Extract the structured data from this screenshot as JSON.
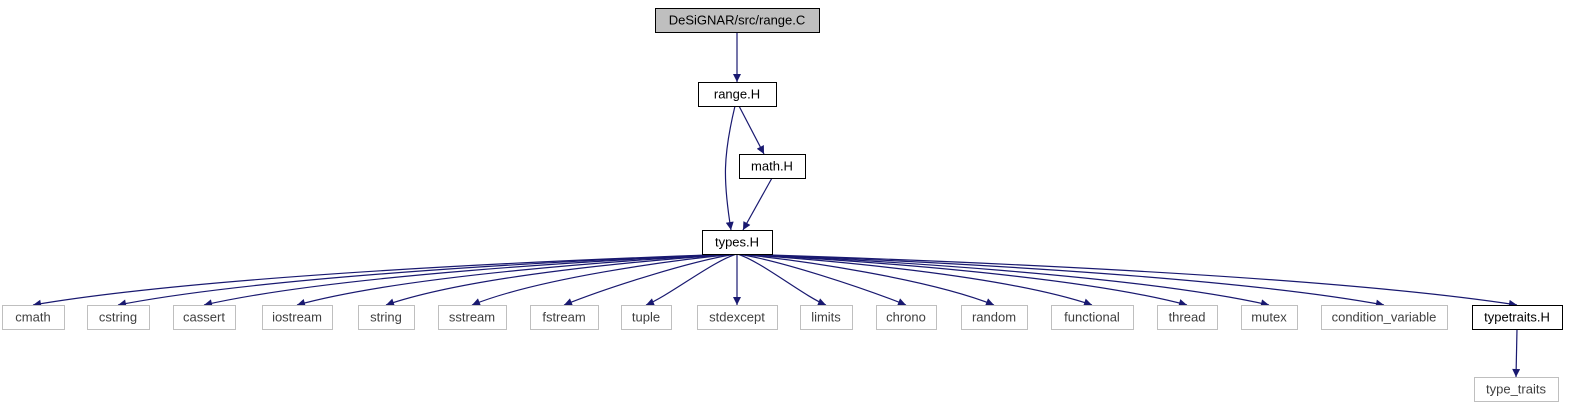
{
  "diagram": {
    "nodes": [
      {
        "id": "root",
        "label": "DeSiGNAR/src/range.C",
        "style": "root"
      },
      {
        "id": "rangeH",
        "label": "range.H",
        "style": "local"
      },
      {
        "id": "mathH",
        "label": "math.H",
        "style": "local"
      },
      {
        "id": "typesH",
        "label": "types.H",
        "style": "local"
      },
      {
        "id": "cmath",
        "label": "cmath",
        "style": "system"
      },
      {
        "id": "cstring",
        "label": "cstring",
        "style": "system"
      },
      {
        "id": "cassert",
        "label": "cassert",
        "style": "system"
      },
      {
        "id": "iostream",
        "label": "iostream",
        "style": "system"
      },
      {
        "id": "string",
        "label": "string",
        "style": "system"
      },
      {
        "id": "sstream",
        "label": "sstream",
        "style": "system"
      },
      {
        "id": "fstream",
        "label": "fstream",
        "style": "system"
      },
      {
        "id": "tuple",
        "label": "tuple",
        "style": "system"
      },
      {
        "id": "stdexcept",
        "label": "stdexcept",
        "style": "system"
      },
      {
        "id": "limits",
        "label": "limits",
        "style": "system"
      },
      {
        "id": "chrono",
        "label": "chrono",
        "style": "system"
      },
      {
        "id": "random",
        "label": "random",
        "style": "system"
      },
      {
        "id": "functional",
        "label": "functional",
        "style": "system"
      },
      {
        "id": "thread",
        "label": "thread",
        "style": "system"
      },
      {
        "id": "mutex",
        "label": "mutex",
        "style": "system"
      },
      {
        "id": "condition_variable",
        "label": "condition_variable",
        "style": "system"
      },
      {
        "id": "typetraitsH",
        "label": "typetraits.H",
        "style": "local"
      },
      {
        "id": "type_traits",
        "label": "type_traits",
        "style": "system"
      }
    ],
    "edges": [
      {
        "from": "root",
        "to": "rangeH"
      },
      {
        "from": "rangeH",
        "to": "mathH"
      },
      {
        "from": "rangeH",
        "to": "typesH"
      },
      {
        "from": "mathH",
        "to": "typesH"
      },
      {
        "from": "typesH",
        "to": "cmath"
      },
      {
        "from": "typesH",
        "to": "cstring"
      },
      {
        "from": "typesH",
        "to": "cassert"
      },
      {
        "from": "typesH",
        "to": "iostream"
      },
      {
        "from": "typesH",
        "to": "string"
      },
      {
        "from": "typesH",
        "to": "sstream"
      },
      {
        "from": "typesH",
        "to": "fstream"
      },
      {
        "from": "typesH",
        "to": "tuple"
      },
      {
        "from": "typesH",
        "to": "stdexcept"
      },
      {
        "from": "typesH",
        "to": "limits"
      },
      {
        "from": "typesH",
        "to": "chrono"
      },
      {
        "from": "typesH",
        "to": "random"
      },
      {
        "from": "typesH",
        "to": "functional"
      },
      {
        "from": "typesH",
        "to": "thread"
      },
      {
        "from": "typesH",
        "to": "mutex"
      },
      {
        "from": "typesH",
        "to": "condition_variable"
      },
      {
        "from": "typesH",
        "to": "typetraitsH"
      },
      {
        "from": "typetraitsH",
        "to": "type_traits"
      }
    ],
    "colors": {
      "edge": "#191970",
      "root_fill": "#bfbfbf",
      "root_border": "#000000",
      "local_border": "#000000",
      "system_border": "#bfbfbf",
      "system_text": "#404040",
      "background": "#ffffff"
    }
  }
}
